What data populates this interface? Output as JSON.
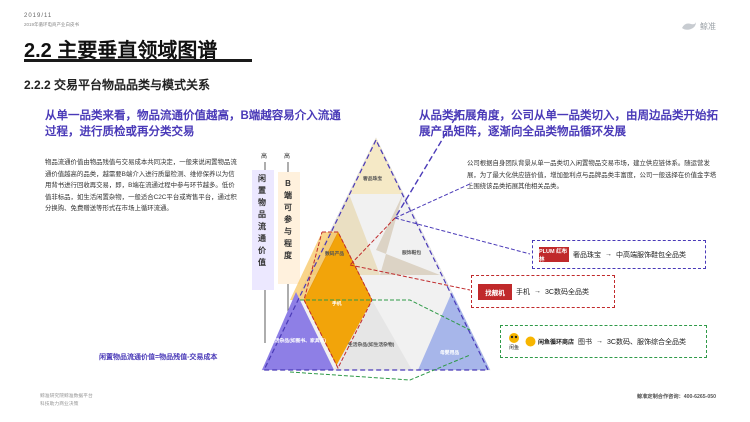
{
  "header": {
    "date": "2019/11",
    "subtitle": "2019年循环电商产业白皮书",
    "brand_name": "鲸准",
    "brand_icon": "whale-icon"
  },
  "title": "2.2 主要垂直领域图谱",
  "section_title": "2.2.2 交易平台物品品类与模式关系",
  "left": {
    "heading": "从单一品类来看，物品流通价值越高，B端越容易介入流通过程，进行质检或再分类交易",
    "body": "物品流通价值由物品残值与交易成本共同决定，一般来说闲置物品流通价值越高的品类，越需要B端介入进行质量检测、维修保养以为信用背书进行回收再交易，即，B端在流通过程中参与环节越多。低价值非标品，如生活闲置杂物，一般适合C2C平台或寄售平台，通过积分换购、免费赠送等形式在市场上循环流通。",
    "axis1_high": "高",
    "axis2_high": "高",
    "axis1_caption": [
      "闲",
      "置",
      "物",
      "品",
      "流",
      "通",
      "价",
      "值"
    ],
    "axis2_caption": [
      "B",
      "端",
      "可",
      "参",
      "与",
      "程",
      "度"
    ],
    "formula": "闲置物品流通价值=物品残值-交易成本"
  },
  "right": {
    "heading": "从品类拓展角度，公司从单一品类切入，由周边品类开始拓展产品矩阵，逐渐向全品类物品循环发展",
    "body": "公司根据自身团队背景从单一品类切入闲置物品交易市场，建立供应链体系。随运营发展，为了最大化供应链价值，增加盈利点与品牌品类丰富度，公司一般选择在价值金字塔上围绕该品类拓展其他相关品类。",
    "box1": {
      "logo": "PLUM 红布林",
      "text": "奢品珠宝",
      "arrow": "→",
      "target": "中高端服饰鞋包全品类"
    },
    "box2": {
      "logo": "找靓机",
      "text": "手机",
      "arrow": "→",
      "target": "3C数码全品类"
    },
    "box3": {
      "logo1": "闲鱼",
      "logo2": "闲鱼循环商店",
      "text": "图书",
      "arrow": "→",
      "target": "3C数码、服饰综合全品类"
    }
  },
  "pyramid": {
    "labels": {
      "top": "奢品珠宝",
      "mid_left": "数码产品",
      "mid_right": "服饰鞋包",
      "center": "手机",
      "bottom_left": "生活杂品(如图书、家具等)",
      "bottom_mid": "生活杂品(如生活杂物)",
      "bottom_right": "母婴用品"
    }
  },
  "colors": {
    "accent_purple": "#4a3ab8",
    "accent_red": "#c0292b",
    "accent_green": "#2f9a48",
    "accent_orange": "#f2a40a"
  },
  "footer": {
    "line1": "鲸准研究院鲸准数据平台",
    "line2": "科技助力商业决策",
    "right": "鲸准定制合作咨询：400-6265-050"
  }
}
